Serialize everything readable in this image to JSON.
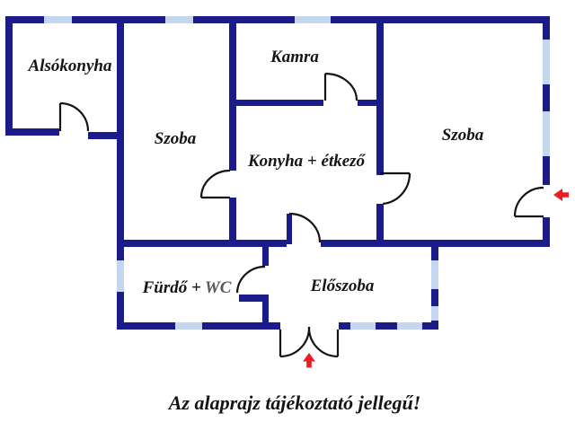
{
  "plan": {
    "title": "floor plan",
    "rooms": [
      {
        "id": "alsokonyha",
        "label": "Alsókonyha"
      },
      {
        "id": "kamra",
        "label": "Kamra"
      },
      {
        "id": "szoba_left",
        "label": "Szoba"
      },
      {
        "id": "konyha_etkezo",
        "label": "Konyha + étkező"
      },
      {
        "id": "szoba_right",
        "label": "Szoba"
      },
      {
        "id": "furdo_wc",
        "label": "Fürdő +",
        "label_secondary": "WC"
      },
      {
        "id": "eloszoba",
        "label": "Előszoba"
      }
    ],
    "caption": "Az alaprajz tájékoztató jellegű!",
    "arrows": [
      {
        "name": "entrance-arrow-right",
        "direction": "left"
      },
      {
        "name": "entrance-arrow-bottom",
        "direction": "up"
      }
    ],
    "colors": {
      "wall": "#1b1b8a",
      "win": "#c3d7ee",
      "door": "#141414",
      "arrow": "#ed1c24",
      "text": "#141414",
      "wc": "#595959",
      "bg": "#ffffff"
    }
  }
}
